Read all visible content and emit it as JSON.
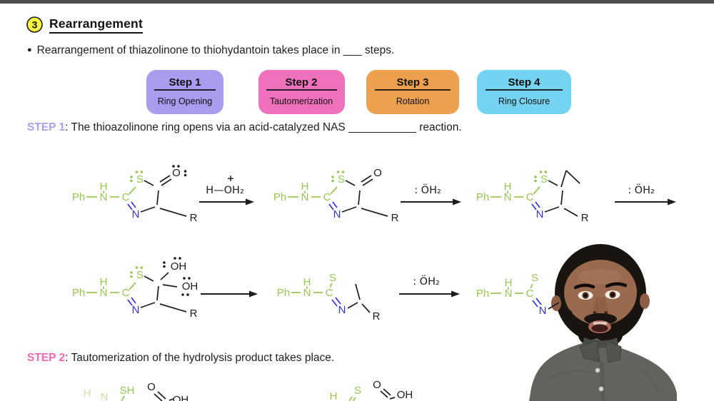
{
  "frame": {
    "top_bar_color": "#4d4d4d",
    "background": "#ffffff"
  },
  "heading": {
    "number": "3",
    "title": "Rearrangement",
    "circle_fill": "#f7f73e"
  },
  "bullet": {
    "marker": "●",
    "text": "Rearrangement of thiazolinone to thiohydantoin takes place in ___ steps."
  },
  "step_cards": [
    {
      "title": "Step 1",
      "subtitle": "Ring Opening",
      "bg": "#a89cee"
    },
    {
      "title": "Step 2",
      "subtitle": "Tautomerization",
      "bg": "#ef70bb"
    },
    {
      "title": "Step 3",
      "subtitle": "Rotation",
      "bg": "#eda04d"
    },
    {
      "title": "Step 4",
      "subtitle": "Ring Closure",
      "bg": "#73d3f1"
    }
  ],
  "step1_line": {
    "label": "STEP 1",
    "label_color": "#a8a1e9",
    "text": ": The thioazolinone ring opens via an acid-catalyzed NAS ___________ reaction."
  },
  "step2_line": {
    "label": "STEP 2",
    "label_color": "#f067b6",
    "text": ": Tautomerization of the hydrolysis product takes place."
  },
  "atoms": {
    "ph": "Ph",
    "h": "H",
    "n": "N",
    "c": "C",
    "s": "S",
    "o": "O",
    "r": "R",
    "oh": "OH",
    "sh": "SH"
  },
  "arrow_labels": {
    "hydronium": "H—OH₂",
    "plus": "+",
    "water": ": ÖH₂"
  },
  "colors": {
    "chain_green": "#97c653",
    "nitrogen_blue": "#3434d4",
    "bond_black": "#1d1d1d",
    "shirt_gray": "#60645c"
  }
}
